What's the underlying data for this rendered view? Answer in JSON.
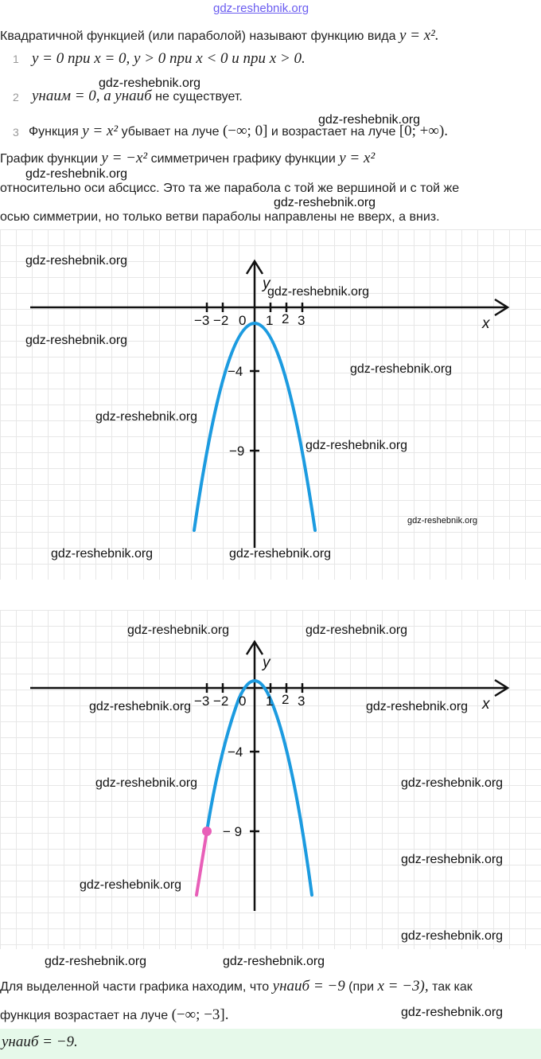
{
  "header": {
    "site_link": "gdz-reshebnik.org"
  },
  "intro": {
    "text_before": "Квадратичной функцией (или параболой) называют функцию вида",
    "formula": "y = x²."
  },
  "list": [
    {
      "num": "1",
      "content": "y = 0 при x = 0, y > 0 при x < 0 и при x > 0."
    },
    {
      "num": "2",
      "content_a": "yнаим = 0, а",
      "content_b": "yнаиб",
      "content_c": "не существует."
    },
    {
      "num": "3",
      "content_a": "Функция",
      "content_b": "y = x²",
      "content_c": "убывает на луче",
      "content_d": "(−∞;  0]",
      "content_e": "и возрастает на луче",
      "content_f": "[0;  +∞)."
    }
  ],
  "paragraph": {
    "line1_a": "График функции",
    "line1_b": "y = −x²",
    "line1_c": "симметричен графику функции",
    "line1_d": "y = x²",
    "line2": "относительно оси абсцисс. Это та же парабола с той же вершиной и с той же",
    "line3": "осью симметрии, но только ветви параболы направлены не вверх, а вниз."
  },
  "graph1": {
    "x_label": "x",
    "y_label": "y",
    "origin_label": "0",
    "x_ticks": [
      "−3",
      "−2",
      "1",
      "2",
      "3"
    ],
    "y_ticks": [
      "−4",
      "−9"
    ]
  },
  "graph2": {
    "x_label": "x",
    "y_label": "y",
    "origin_label": "0",
    "x_ticks": [
      "−3",
      "−2",
      "1",
      "2",
      "3"
    ],
    "y_ticks": [
      "−4",
      "− 9"
    ]
  },
  "conclusion": {
    "line1_a": "Для выделенной части графика находим, что",
    "line1_b": "yнаиб = −9",
    "line1_c": "(при",
    "line1_d": "x = −3),",
    "line1_e": "так как",
    "line2_a": "функция возрастает на луче",
    "line2_b": "(−∞;  −3]."
  },
  "result": {
    "formula": "yнаиб = −9."
  },
  "watermark": "gdz-reshebnik.org",
  "colors": {
    "curve": "#1c9be0",
    "highlight": "#e85fb8",
    "result_bg": "#e6f9ea",
    "grid": "#e7e7e7"
  }
}
